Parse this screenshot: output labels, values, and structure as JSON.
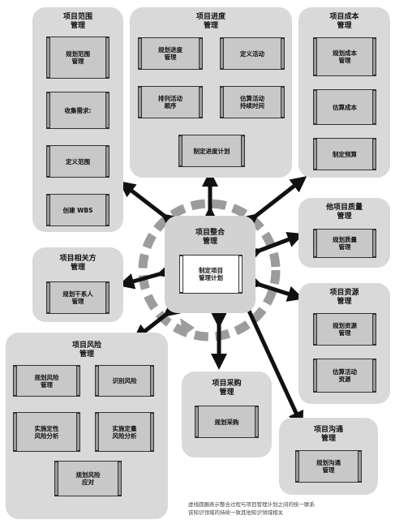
{
  "groups": {
    "scope": {
      "title": "项目范围\n管理",
      "p1": "规划范围\n管理",
      "p2": "收集需求:",
      "p3": "定义范围",
      "p4": "创建 WBS"
    },
    "schedule": {
      "title": "项目进度\n管理",
      "p1": "规划进度\n管理",
      "p2": "定义活动",
      "p3": "排列活动\n顺序",
      "p4": "估算活动\n持续时间",
      "p5": "制定进度计划"
    },
    "cost": {
      "title": "项目成本\n管理",
      "p1": "规划成本\n管理",
      "p2": "估算成本",
      "p3": "制定预算"
    },
    "quality": {
      "title": "他项目质量\n管理",
      "p1": "规划质量\n管理"
    },
    "integration": {
      "title": "项目整合\n管理",
      "p1": "制定项目\n管理计划"
    },
    "stakeholder": {
      "title": "项目相关方\n管理",
      "p1": "规划干系人\n管理"
    },
    "resource": {
      "title": "项目资源\n管理",
      "p1": "规划资源\n管理",
      "p2": "估算活动\n资源"
    },
    "risk": {
      "title": "项目风险\n管理",
      "p1": "规划风险\n管理",
      "p2": "识别风险",
      "p3": "实施定性\n风险分析",
      "p4": "实施定量\n风险分析",
      "p5": "规划风险\n应对"
    },
    "procurement": {
      "title": "项目采购\n管理",
      "p1": "规划采购"
    },
    "communication": {
      "title": "项目沟通\n管理",
      "p1": "规划沟通\n管理"
    }
  },
  "footnote": "虚线圆圈表示整合过程与项目管理计划之间的统一联系\n该知识领域的持续一致其他知识领域相关"
}
